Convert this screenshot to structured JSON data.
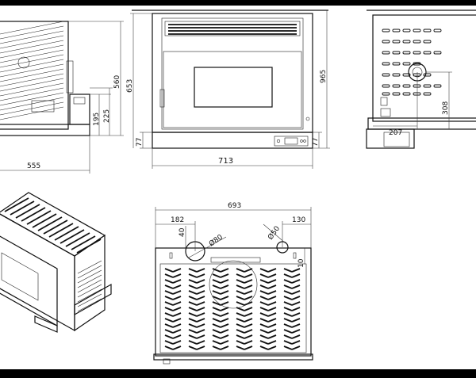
{
  "dimensions": {
    "side_view": {
      "depth": "555",
      "height": "560",
      "offset_a": "195",
      "offset_b": "225"
    },
    "front_view": {
      "outer_height": "653",
      "frame_height": "965",
      "base_left": "77",
      "base_right": "77",
      "width": "713"
    },
    "rear_view": {
      "duct_offset": "207",
      "duct_height": "308"
    },
    "top_view": {
      "overall_width": "693",
      "left_offset": "182",
      "right_offset": "130",
      "inlet_distance": "40",
      "inlet_diameter": "Ø80",
      "outlet_diameter": "Ø50",
      "side_gap": "10"
    }
  },
  "colors": {
    "frame": "#000000",
    "paper": "#ffffff",
    "ink": "#111111"
  }
}
